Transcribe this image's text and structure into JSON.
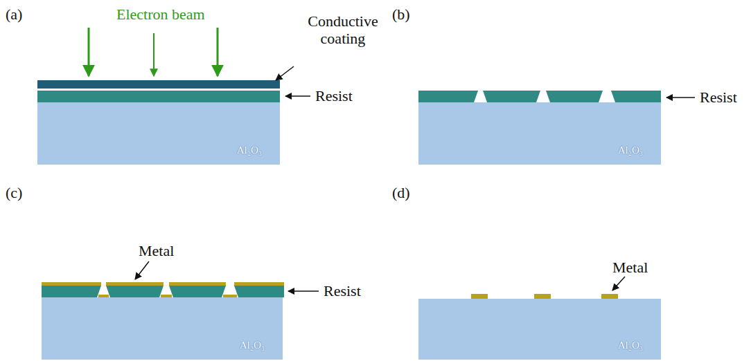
{
  "diagram": {
    "nodes": [
      {
        "text": [
          "Al₂O₃"
        ]
      },
      {
        "text": [
          "Al₂O₃"
        ]
      },
      {
        "text": [
          "Al₂O₃"
        ]
      },
      {
        "text": [
          "Al₂O₃"
        ]
      }
    ],
    "labels": [
      "(a)",
      "Electron beam",
      "Conductive coating",
      "Resist",
      "(b)",
      "Resist",
      "(c)",
      "Metal",
      "Resist",
      "(d)",
      "Metal"
    ]
  }
}
